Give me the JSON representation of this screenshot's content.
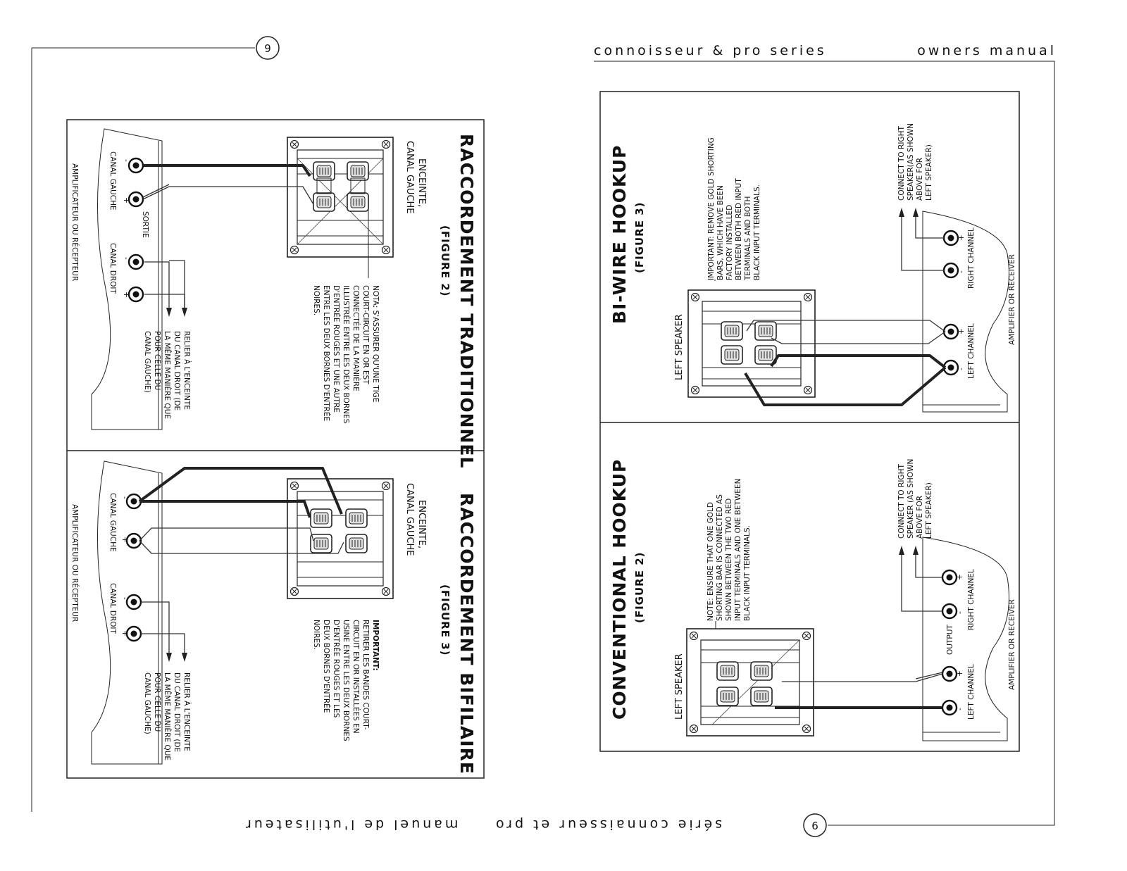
{
  "pages": {
    "left": {
      "page_number": "9",
      "footer_left": "manuel de l'utilisateur",
      "footer_right": "série connaisseur et pro",
      "fig_traditional": {
        "title": "RACCORDEMENT TRADITIONNEL",
        "figure": "(FIGURE 2)",
        "speaker_label_1": "ENCEINTE,",
        "speaker_label_2": "CANAL GAUCHE",
        "note_lines": [
          "NOTA: S'ASSURER QU'UNE TIGE",
          "COURT-CIRCUIT EN OR EST",
          "CONNECTÉE DE LA MANIÈRE",
          "ILLUSTRÉE ENTRE LES DEUX BORNES",
          "D'ENTRÉE ROUGES ET UNE AUTRE",
          "ENTRE LES DEUX BORNES D'ENTRÉE",
          "NOIRES."
        ],
        "amp_label": "AMPLIFICATEUR OU RÉCEPTEUR",
        "left_channel": "CANAL GAUCHE",
        "output": "SORTIE",
        "right_channel": "CANAL DROIT",
        "connect_lines": [
          "RELIER À L'ENCEINTE",
          "DU CANAL DROIT (DE",
          "LA MÊME MANIÈRE QUE",
          "POUR CELLE DU",
          "CANAL GAUCHE)"
        ]
      },
      "fig_biwire": {
        "title": "RACCORDEMENT BIFILAIRE",
        "figure": "(FIGURE 3)",
        "speaker_label_1": "ENCEINTE,",
        "speaker_label_2": "CANAL GAUCHE",
        "note_lines": [
          "IMPORTANT:",
          "RETIRER LES BANDES COURT-",
          "CIRCUIT EN OR INSTALLÉES EN",
          "USINE ENTRE LES DEUX BORNES",
          "D'ENTRÉE ROUGES ET LES",
          "DEUX BORNES D'ENTRÉE",
          "NOIRES."
        ],
        "amp_label": "AMPLIFICATEUR OU RÉCEPTEUR",
        "left_channel": "CANAL GAUCHE",
        "right_channel": "CANAL DROIT",
        "connect_lines": [
          "RELIER À L'ENCEINTE",
          "DU CANAL DROIT (DE",
          "LA MÊME MANIÈRE QUE",
          "POUR CELLE DU",
          "CANAL GAUCHE)"
        ]
      }
    },
    "right": {
      "header_left": "connoisseur & pro series",
      "header_right": "owners manual",
      "page_number": "6",
      "fig_biwire": {
        "title": "BI-WIRE HOOKUP",
        "figure": "(FIGURE 3)",
        "speaker_label": "LEFT SPEAKER",
        "note_lines": [
          "IMPORTANT: REMOVE GOLD SHORTING",
          "BARS, WHICH HAVE BEEN",
          "FACTORY INSTALLED",
          "BETWEEN BOTH RED INPUT",
          "TERMINALS AND BOTH",
          "BLACK INPUT TERMINALS."
        ],
        "connect_lines": [
          "CONNECT TO RIGHT",
          "SPEAKER(AS SHOWN",
          "ABOVE FOR",
          "LEFT SPEAKER)"
        ],
        "right_channel": "RIGHT CHANNEL",
        "left_channel": "LEFT CHANNEL",
        "amp_label": "AMPLIFIER OR RECEIVER"
      },
      "fig_conventional": {
        "title": "CONVENTIONAL HOOKUP",
        "figure": "(FIGURE 2)",
        "speaker_label": "LEFT SPEAKER",
        "note_lines": [
          "NOTE: ENSURE THAT ONE GOLD",
          "SHORTING BAR IS CONNECTED AS",
          "SHOWN BETWEEN THE TWO RED",
          "INPUT TERMINALS AND ONE BETWEEN",
          "BLACK INPUT TERMINALS."
        ],
        "connect_lines": [
          "CONNECT TO RIGHT",
          "SPEAKER (AS SHOWN",
          "ABOVE FOR",
          "LEFT SPEAKER)"
        ],
        "output": "OUTPUT",
        "right_channel": "RIGHT CHANNEL",
        "left_channel": "LEFT CHANNEL",
        "amp_label": "AMPLIFIER OR RECEIVER"
      }
    },
    "symbols": {
      "plus": "+",
      "minus": "-"
    }
  }
}
